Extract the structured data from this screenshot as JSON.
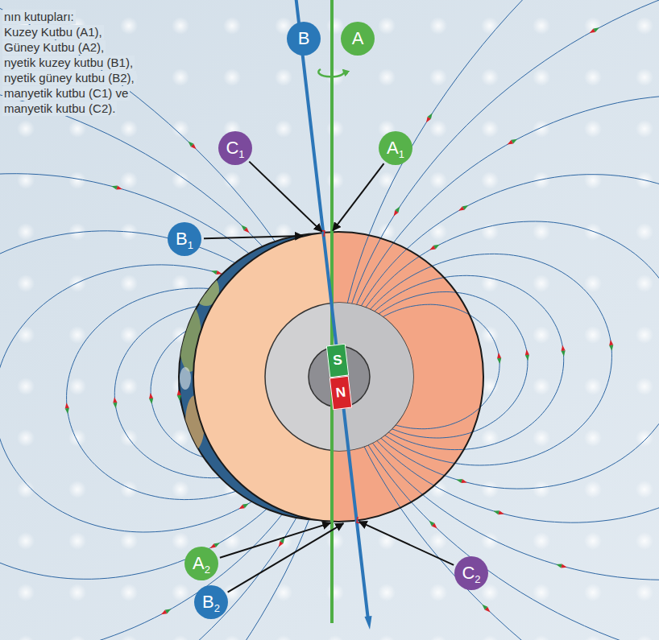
{
  "diagram": {
    "nodes": [
      {
        "text": [
          "B"
        ]
      },
      {
        "text": [
          "A"
        ]
      },
      {
        "text": [
          "C1"
        ]
      },
      {
        "text": [
          "A1"
        ]
      },
      {
        "text": [
          "B1"
        ]
      },
      {
        "text": [
          "S"
        ]
      },
      {
        "text": [
          "N"
        ]
      },
      {
        "text": [
          "A2"
        ]
      },
      {
        "text": [
          "B2"
        ]
      },
      {
        "text": [
          "C2"
        ]
      }
    ],
    "labels": [
      "nın kutupları:",
      "Kuzey Kutbu (A1),",
      "Güney Kutbu (A2),",
      "nyetik kuzey kutbu (B1),",
      "nyetik güney kutbu (B2),",
      "manyetik kutbu (C1) ve",
      "manyetik kutbu (C2)."
    ]
  }
}
